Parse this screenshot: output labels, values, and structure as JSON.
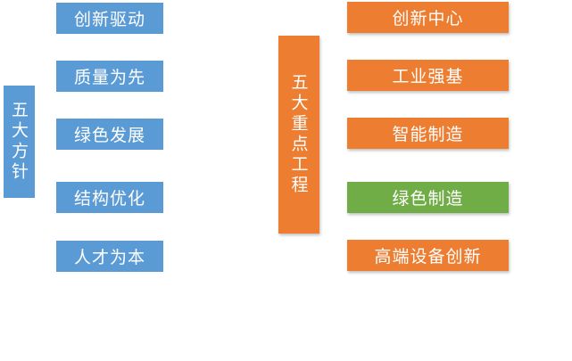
{
  "guidelines": {
    "title": "五大方针",
    "items": [
      "创新驱动",
      "质量为先",
      "绿色发展",
      "结构优化",
      "人才为本"
    ]
  },
  "projects": {
    "title": "五大重点工程",
    "items": [
      "创新中心",
      "工业强基",
      "智能制造",
      "绿色制造",
      "高端设备创新"
    ]
  },
  "colors": {
    "blue": "#5b9bd5",
    "orange": "#ed7d31",
    "green": "#70ad47",
    "text": "#ffffff"
  }
}
